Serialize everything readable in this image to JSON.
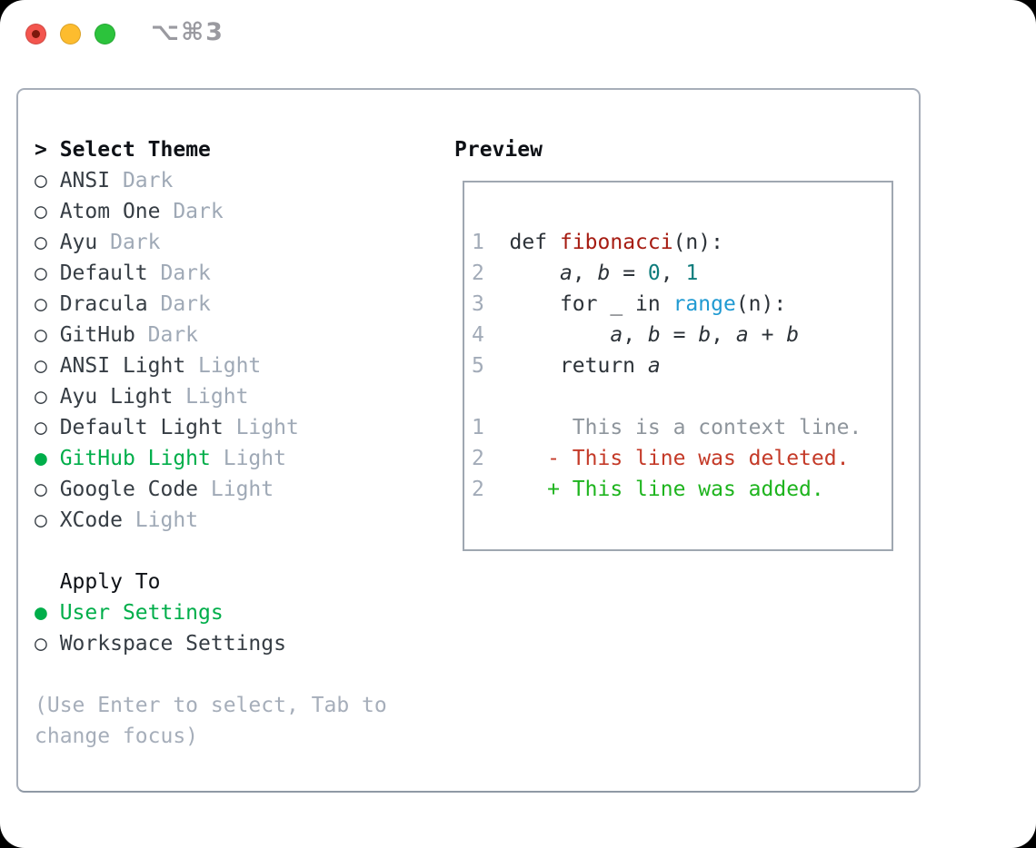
{
  "titlebar": {
    "shortcut": "⌥⌘3"
  },
  "colors": {
    "shortcut": "#9a9aa0",
    "traffic_red": "#f3554e",
    "traffic_yellow": "#fdbc2e",
    "traffic_green": "#2cc33c",
    "panel_border": "#a7aeb9",
    "box_border": "#9fa7b1",
    "ink": "#0e1116",
    "list_text": "#363d44",
    "tag_gray": "#9fa9b6",
    "help_gray": "#a6aeba",
    "selected_green": "#00ae4a",
    "line_number": "#a2abb8",
    "code": "#2c3238",
    "func_red": "#a61c12",
    "number_teal": "#0e7c7c",
    "builtin_blue": "#209ad2",
    "context_gray": "#8e959c",
    "deleted_red": "#c43a28",
    "added_green": "#1eb41e"
  },
  "theme_panel": {
    "prompt": ">",
    "title": "Select Theme",
    "bullets": {
      "selected": "●",
      "unselected": "○"
    },
    "themes": [
      {
        "name": "ANSI",
        "tag": "Dark",
        "selected": false
      },
      {
        "name": "Atom One",
        "tag": "Dark",
        "selected": false
      },
      {
        "name": "Ayu",
        "tag": "Dark",
        "selected": false
      },
      {
        "name": "Default",
        "tag": "Dark",
        "selected": false
      },
      {
        "name": "Dracula",
        "tag": "Dark",
        "selected": false
      },
      {
        "name": "GitHub",
        "tag": "Dark",
        "selected": false
      },
      {
        "name": "ANSI Light",
        "tag": "Light",
        "selected": false
      },
      {
        "name": "Ayu Light",
        "tag": "Light",
        "selected": false
      },
      {
        "name": "Default Light",
        "tag": "Light",
        "selected": false
      },
      {
        "name": "GitHub Light",
        "tag": "Light",
        "selected": true
      },
      {
        "name": "Google Code",
        "tag": "Light",
        "selected": false
      },
      {
        "name": "XCode",
        "tag": "Light",
        "selected": false
      }
    ],
    "apply_to": {
      "title": "Apply To",
      "options": [
        {
          "name": "User Settings",
          "selected": true
        },
        {
          "name": "Workspace Settings",
          "selected": false
        }
      ]
    },
    "help": "(Use Enter to select, Tab to change focus)"
  },
  "preview": {
    "title": "Preview",
    "code_lines": [
      {
        "n": "",
        "segs": []
      },
      {
        "n": "1",
        "segs": [
          {
            "t": "  def ",
            "c": "code"
          },
          {
            "t": "fibonacci",
            "c": "func"
          },
          {
            "t": "(n):",
            "c": "code"
          }
        ]
      },
      {
        "n": "2",
        "segs": [
          {
            "t": "      ",
            "c": "code"
          },
          {
            "t": "a",
            "c": "code",
            "i": true
          },
          {
            "t": ", ",
            "c": "code"
          },
          {
            "t": "b",
            "c": "code",
            "i": true
          },
          {
            "t": " = ",
            "c": "code"
          },
          {
            "t": "0",
            "c": "numlit"
          },
          {
            "t": ", ",
            "c": "code"
          },
          {
            "t": "1",
            "c": "numlit"
          }
        ]
      },
      {
        "n": "3",
        "segs": [
          {
            "t": "      for _ in ",
            "c": "code"
          },
          {
            "t": "range",
            "c": "builtin"
          },
          {
            "t": "(n):",
            "c": "code"
          }
        ]
      },
      {
        "n": "4",
        "segs": [
          {
            "t": "          ",
            "c": "code"
          },
          {
            "t": "a",
            "c": "code",
            "i": true
          },
          {
            "t": ", ",
            "c": "code"
          },
          {
            "t": "b",
            "c": "code",
            "i": true
          },
          {
            "t": " = ",
            "c": "code"
          },
          {
            "t": "b",
            "c": "code",
            "i": true
          },
          {
            "t": ", ",
            "c": "code"
          },
          {
            "t": "a",
            "c": "code",
            "i": true
          },
          {
            "t": " + ",
            "c": "code"
          },
          {
            "t": "b",
            "c": "code",
            "i": true
          }
        ]
      },
      {
        "n": "5",
        "segs": [
          {
            "t": "      return ",
            "c": "code"
          },
          {
            "t": "a",
            "c": "code",
            "i": true
          }
        ]
      },
      {
        "n": "",
        "segs": []
      },
      {
        "n": "1",
        "segs": [
          {
            "t": "       This is a context line.",
            "c": "ctx"
          }
        ]
      },
      {
        "n": "2",
        "segs": [
          {
            "t": "     ",
            "c": "code"
          },
          {
            "t": "- This line was deleted.",
            "c": "del"
          }
        ]
      },
      {
        "n": "2",
        "segs": [
          {
            "t": "     ",
            "c": "code"
          },
          {
            "t": "+ This line was added.",
            "c": "add"
          }
        ]
      },
      {
        "n": "",
        "segs": []
      }
    ]
  }
}
